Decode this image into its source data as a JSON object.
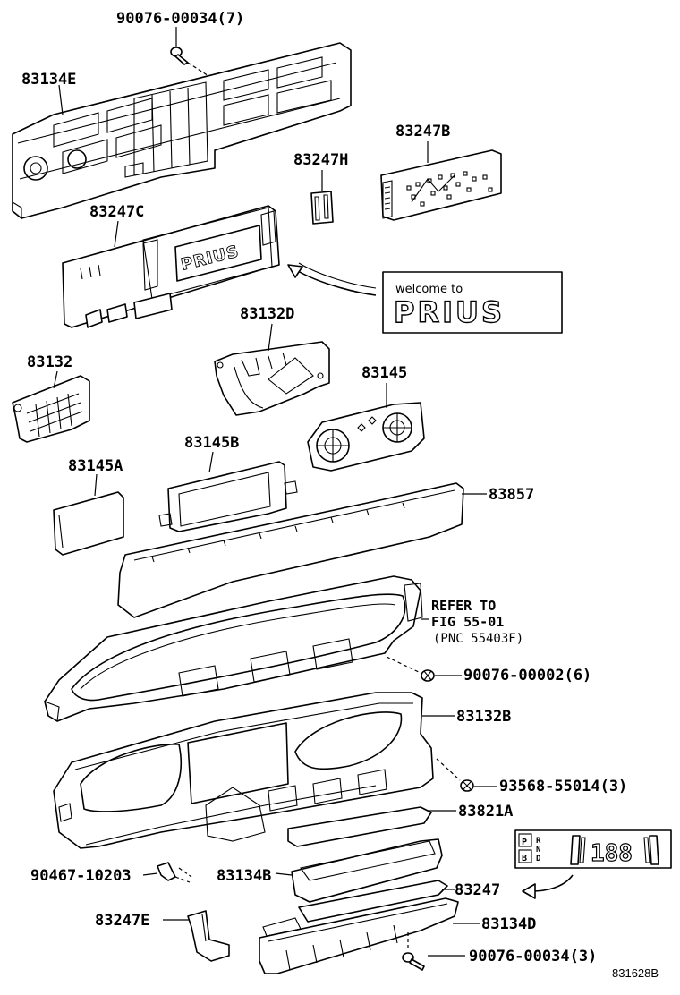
{
  "labels": {
    "p1": "90076-00034(7)",
    "p2": "83134E",
    "p3": "83247B",
    "p4": "83247H",
    "p5": "83247C",
    "p6": "83132D",
    "p7": "83132",
    "p8": "83145",
    "p9": "83145B",
    "p10": "83145A",
    "p11": "83857",
    "p12": "90076-00002(6)",
    "p13": "83132B",
    "p14": "93568-55014(3)",
    "p15": "83821A",
    "p16": "90467-10203",
    "p17": "83134B",
    "p18": "83247",
    "p19": "83247E",
    "p20": "83134D",
    "p21": "90076-00034(3)"
  },
  "refer": {
    "line1": "REFER TO",
    "line2": "FIG 55-01",
    "line3": "(PNC 55403F)"
  },
  "welcome": {
    "small": "welcome to",
    "big": "PRIUS",
    "on_display": "PRIUS"
  },
  "gear_display": {
    "gears": [
      "P",
      "R",
      "N",
      "D",
      "B"
    ],
    "digits": "188"
  },
  "figure_id": "831628B"
}
